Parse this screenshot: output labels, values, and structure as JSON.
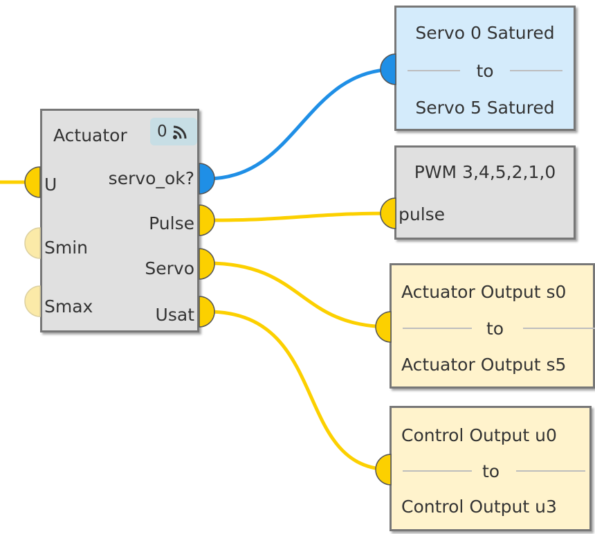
{
  "colors": {
    "blue": "#1f8fe6",
    "yellow": "#fcd000",
    "yellow_inactive": "#fbeaa8",
    "node_gray": "#e0e0e0",
    "node_blue": "#d4ebfb",
    "node_cream": "#fff3cc",
    "border": "#777777"
  },
  "actuator": {
    "title": "Actuator",
    "badge_count": "0",
    "badge_icon": "rss-icon",
    "inputs": [
      "U",
      "Smin",
      "Smax"
    ],
    "outputs": [
      "servo_ok?",
      "Pulse",
      "Servo",
      "Usat"
    ]
  },
  "servo_node": {
    "top": "Servo 0 Satured",
    "mid": "to",
    "bottom": "Servo 5 Satured"
  },
  "pwm_node": {
    "title": "PWM 3,4,5,2,1,0",
    "input": "pulse"
  },
  "actuator_out_node": {
    "top": "Actuator Output s0",
    "mid": "to",
    "bottom": "Actuator Output s5"
  },
  "control_out_node": {
    "top": "Control Output u0",
    "mid": "to",
    "bottom": "Control Output u3"
  }
}
